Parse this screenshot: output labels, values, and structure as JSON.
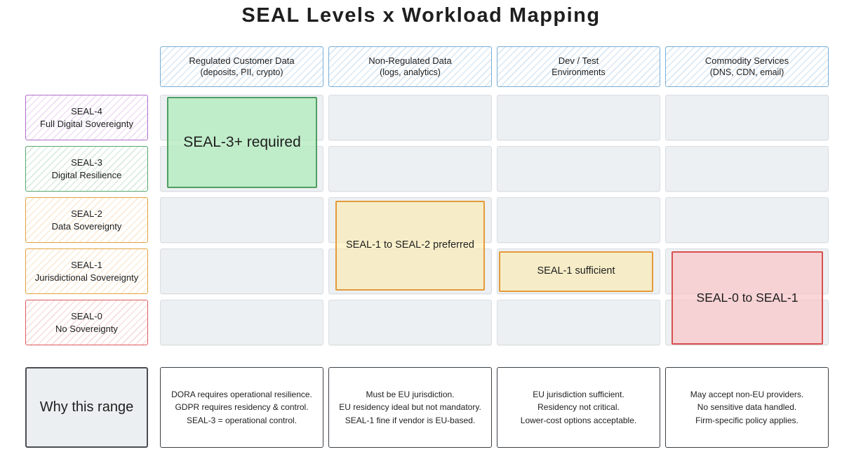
{
  "title": "SEAL Levels x Workload Mapping",
  "colors": {
    "header_blue": "#79aed6",
    "seal4_purple": "#b06fc9",
    "seal3_green": "#5aa86f",
    "seal2_seal1_orange": "#e2a33c",
    "seal0_red": "#dd5c5c",
    "highlight_green_fill": "#c0e8c6",
    "highlight_green_border": "#4f9e63",
    "highlight_yellow_fill": "#fbf1cf",
    "highlight_yellow_border": "#e39a3b",
    "highlight_red_fill": "#f7d5d7",
    "highlight_red_border": "#d94f4f",
    "grid_cell_gray": "#edf0f2"
  },
  "columns": [
    {
      "line1": "Regulated Customer Data",
      "line2": "(deposits, PII, crypto)"
    },
    {
      "line1": "Non-Regulated Data",
      "line2": "(logs, analytics)"
    },
    {
      "line1": "Dev / Test",
      "line2": "Environments"
    },
    {
      "line1": "Commodity Services",
      "line2": "(DNS, CDN, email)"
    }
  ],
  "rows": [
    {
      "code": "SEAL-4",
      "name": "Full Digital Sovereignty"
    },
    {
      "code": "SEAL-3",
      "name": "Digital Resilience"
    },
    {
      "code": "SEAL-2",
      "name": "Data Sovereignty"
    },
    {
      "code": "SEAL-1",
      "name": "Jurisdictional Sovereignty"
    },
    {
      "code": "SEAL-0",
      "name": "No Sovereignty"
    }
  ],
  "highlights": [
    {
      "text": "SEAL-3+ required",
      "column": "Regulated Customer Data",
      "row_span": "SEAL-4 to SEAL-3"
    },
    {
      "text": "SEAL-1 to SEAL-2 preferred",
      "column": "Non-Regulated Data",
      "row_span": "SEAL-2 to SEAL-1"
    },
    {
      "text": "SEAL-1 sufficient",
      "column": "Dev / Test Environments",
      "row_span": "SEAL-1"
    },
    {
      "text": "SEAL-0 to SEAL-1",
      "column": "Commodity Services",
      "row_span": "SEAL-1 to SEAL-0"
    }
  ],
  "why_row": {
    "header": "Why this range",
    "explanations": [
      {
        "line1": "DORA requires operational resilience.",
        "line2": "GDPR requires residency & control.",
        "line3": "SEAL-3 = operational control."
      },
      {
        "line1": "Must be EU jurisdiction.",
        "line2": "EU residency ideal but not mandatory.",
        "line3": "SEAL-1 fine if vendor is EU-based."
      },
      {
        "line1": "EU jurisdiction sufficient.",
        "line2": "Residency not critical.",
        "line3": "Lower-cost options acceptable."
      },
      {
        "line1": "May accept non-EU providers.",
        "line2": "No sensitive data handled.",
        "line3": "Firm-specific policy applies."
      }
    ]
  }
}
